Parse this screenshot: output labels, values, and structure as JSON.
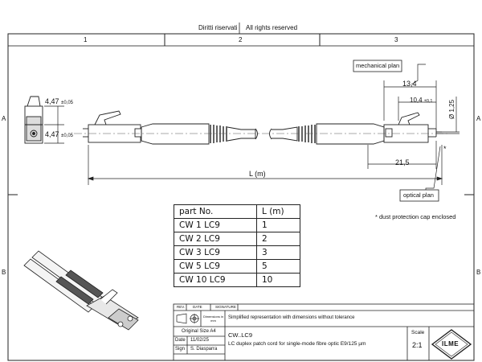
{
  "header": {
    "rights_it": "Diritti riservati",
    "rights_en": "All rights reserved"
  },
  "grid": {
    "col1": "1",
    "col2": "2",
    "col3": "3",
    "row_a": "A",
    "row_b": "B"
  },
  "drawing": {
    "left_width_top": "4,47",
    "left_width_top_tol": "±0,05",
    "left_width_bottom": "4,47",
    "left_width_bottom_tol": "±0,05",
    "length_label": "L (m)",
    "dim_13_4": "13,4",
    "dim_10_4": "10,4",
    "dim_10_4_tol": "±0,1",
    "dim_dia": "Ø 1,25",
    "dim_21_5": "21,5",
    "star": "*",
    "mechanical_plan": "mechanical plan",
    "optical_plan": "optical plan",
    "dust_note": "* dust protection cap enclosed"
  },
  "parts_table": {
    "headers": [
      "part No.",
      "L (m)"
    ],
    "rows": [
      [
        "CW 1 LC9",
        "1"
      ],
      [
        "CW 2 LC9",
        "2"
      ],
      [
        "CW 3 LC9",
        "3"
      ],
      [
        "CW 5 LC9",
        "5"
      ],
      [
        "CW 10 LC9",
        "10"
      ]
    ]
  },
  "title_block": {
    "rev": "REV.",
    "date_hdr": "DATE",
    "signature_hdr": "SIGNATURE",
    "dims_label": "Dimensions in mm",
    "original_size": "Original Size A4",
    "date_label": "Date",
    "date_value": "11/02/25",
    "sign_label": "Sign",
    "sign_value": "S. Diasparra",
    "simplified_note": "Simplified representation with dimensions without tolerance",
    "code": "CW..LC9",
    "description": "LC duplex patch cord for single-mode fibre optic E9/125 µm",
    "scale_label": "Scale",
    "scale_value": "2:1",
    "logo_text": "ILME"
  }
}
